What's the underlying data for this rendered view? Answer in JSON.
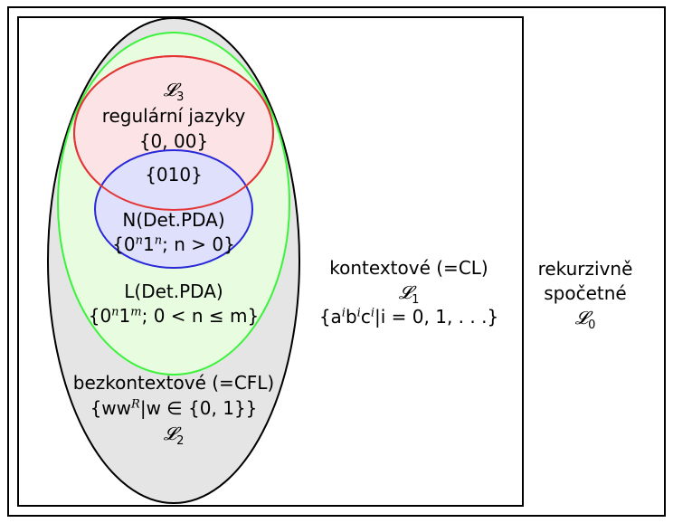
{
  "colors": {
    "outer_frame": "#000000",
    "cl_frame": "#000000",
    "cfl_fill": "#e5e5e5",
    "cfl_stroke": "#000000",
    "ldet_fill": "#e8fde0",
    "ldet_stroke": "#3df23d",
    "reg_fill": "#fce3e6",
    "reg_stroke": "#e43535",
    "ndet_fill": "#dfe0fb",
    "ndet_stroke": "#2828d8"
  },
  "regular": {
    "symbol": "𝓛",
    "index": "3",
    "name": "regulární jazyky",
    "example": "{0, 00}"
  },
  "intersection": {
    "example": "{010}"
  },
  "ndet": {
    "name": "N(Det.PDA)",
    "ex_open": "{0",
    "ex_exp1": "n",
    "ex_mid": "1",
    "ex_exp2": "n",
    "ex_cond": "; n > 0}"
  },
  "ldet": {
    "name": "L(Det.PDA)",
    "ex_open": "{0",
    "ex_exp1": "n",
    "ex_mid": "1",
    "ex_exp2": "m",
    "ex_cond": "; 0 < n ≤ m}"
  },
  "cfl": {
    "name": "bezkontextové (=CFL)",
    "ex_open": "{ww",
    "ex_exp": "R",
    "ex_cond": "|w ∈ {0, 1}}",
    "symbol": "𝓛",
    "index": "2"
  },
  "cl": {
    "name": "kontextové (=CL)",
    "symbol": "𝓛",
    "index": "1",
    "ex_a": "{a",
    "ex_i1": "i",
    "ex_b": "b",
    "ex_i2": "i",
    "ex_c": "c",
    "ex_i3": "i",
    "ex_cond": "|i = 0, 1, . . .}"
  },
  "re": {
    "line1": "rekurzivně",
    "line2": "spočetné",
    "symbol": "𝓛",
    "index": "0"
  }
}
